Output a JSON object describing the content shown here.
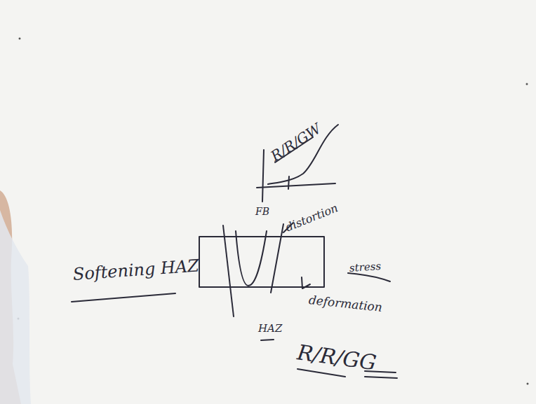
{
  "diagram": {
    "labels": [
      "R/R/GW",
      "FB",
      "distortion",
      "Softening HAZ",
      "stress",
      "HAZ",
      "deformation",
      "R/R/GG"
    ]
  }
}
